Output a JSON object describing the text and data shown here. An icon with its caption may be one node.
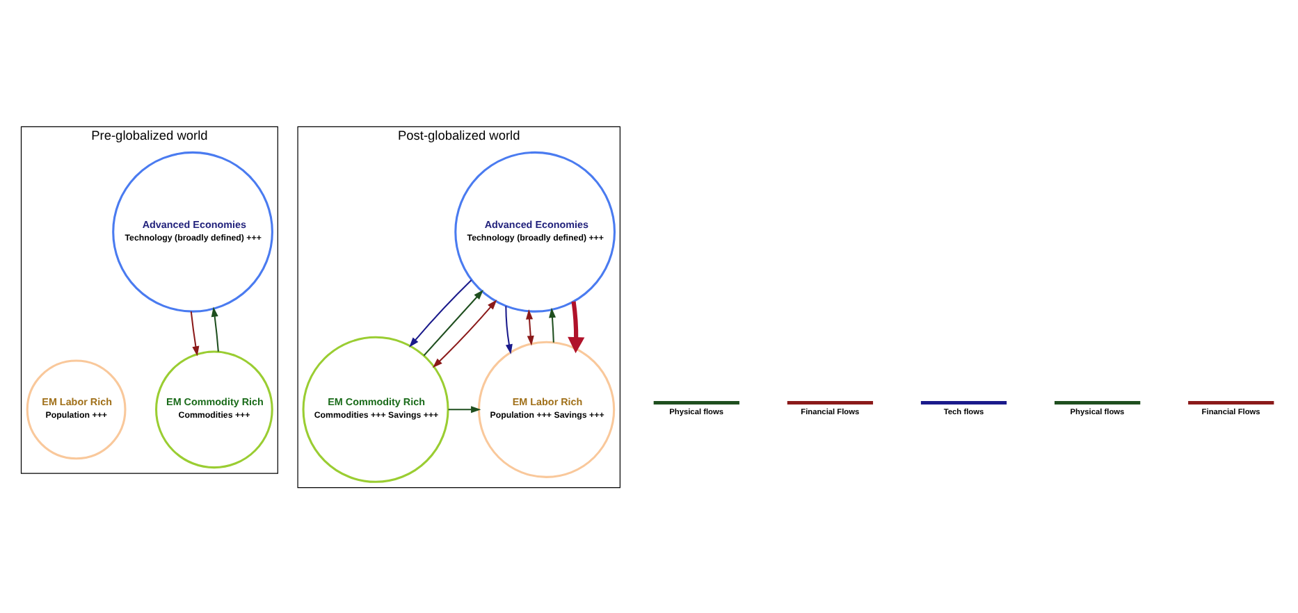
{
  "diagram": {
    "nodes": [
      {
        "text": [
          "Pre-globalized world"
        ]
      },
      {
        "text": [
          "Advanced Economies",
          "Technology (broadly defined) +++"
        ],
        "in": 0
      },
      {
        "text": [
          "EM Commodity Rich",
          "Commodities +++"
        ],
        "in": 0
      },
      {
        "text": [
          "EM Labor Rich",
          "Population +++"
        ],
        "in": 0
      },
      {
        "text": [
          "Post-globalized world"
        ]
      },
      {
        "text": [
          "Advanced Economies",
          "Technology (broadly defined) +++"
        ],
        "in": 4
      },
      {
        "text": [
          "EM Commodity Rich",
          "Commodities +++ Savings +++"
        ],
        "in": 4
      },
      {
        "text": [
          "EM Labor Rich",
          "Population +++ Savings +++"
        ],
        "in": 4
      }
    ],
    "edges": [
      {
        "from": 2,
        "to": 1,
        "arrow": "to",
        "color": "#1f4f1f"
      },
      {
        "from": 1,
        "to": 2,
        "arrow": "to",
        "color": "#8b1a1a"
      },
      {
        "from": 6,
        "to": 5,
        "arrow": "to",
        "color": "#1f4f1f"
      },
      {
        "from": 6,
        "to": 5,
        "arrow": "both",
        "color": "#8b1a1a"
      },
      {
        "from": 5,
        "to": 6,
        "arrow": "to",
        "color": "#1a1a8b"
      },
      {
        "from": 5,
        "to": 7,
        "arrow": "to",
        "color": "#1a1a8b"
      },
      {
        "from": 7,
        "to": 5,
        "arrow": "both",
        "color": "#8b1a1a"
      },
      {
        "from": 7,
        "to": 5,
        "arrow": "to",
        "color": "#1f4f1f"
      },
      {
        "from": 5,
        "to": 7,
        "arrow": "to",
        "style": "thick",
        "color": "#b0122a"
      },
      {
        "from": 6,
        "to": 7,
        "arrow": "to",
        "color": "#1f4f1f"
      }
    ],
    "legend": [
      {
        "text": "Physical flows",
        "color": "#1f4f1f"
      },
      {
        "text": "Financial Flows",
        "color": "#8b1a1a"
      },
      {
        "text": "Tech flows",
        "color": "#1a1a8b"
      },
      {
        "text": "Physical flows",
        "color": "#1f4f1f"
      },
      {
        "text": "Financial Flows",
        "color": "#8b1a1a"
      }
    ]
  }
}
